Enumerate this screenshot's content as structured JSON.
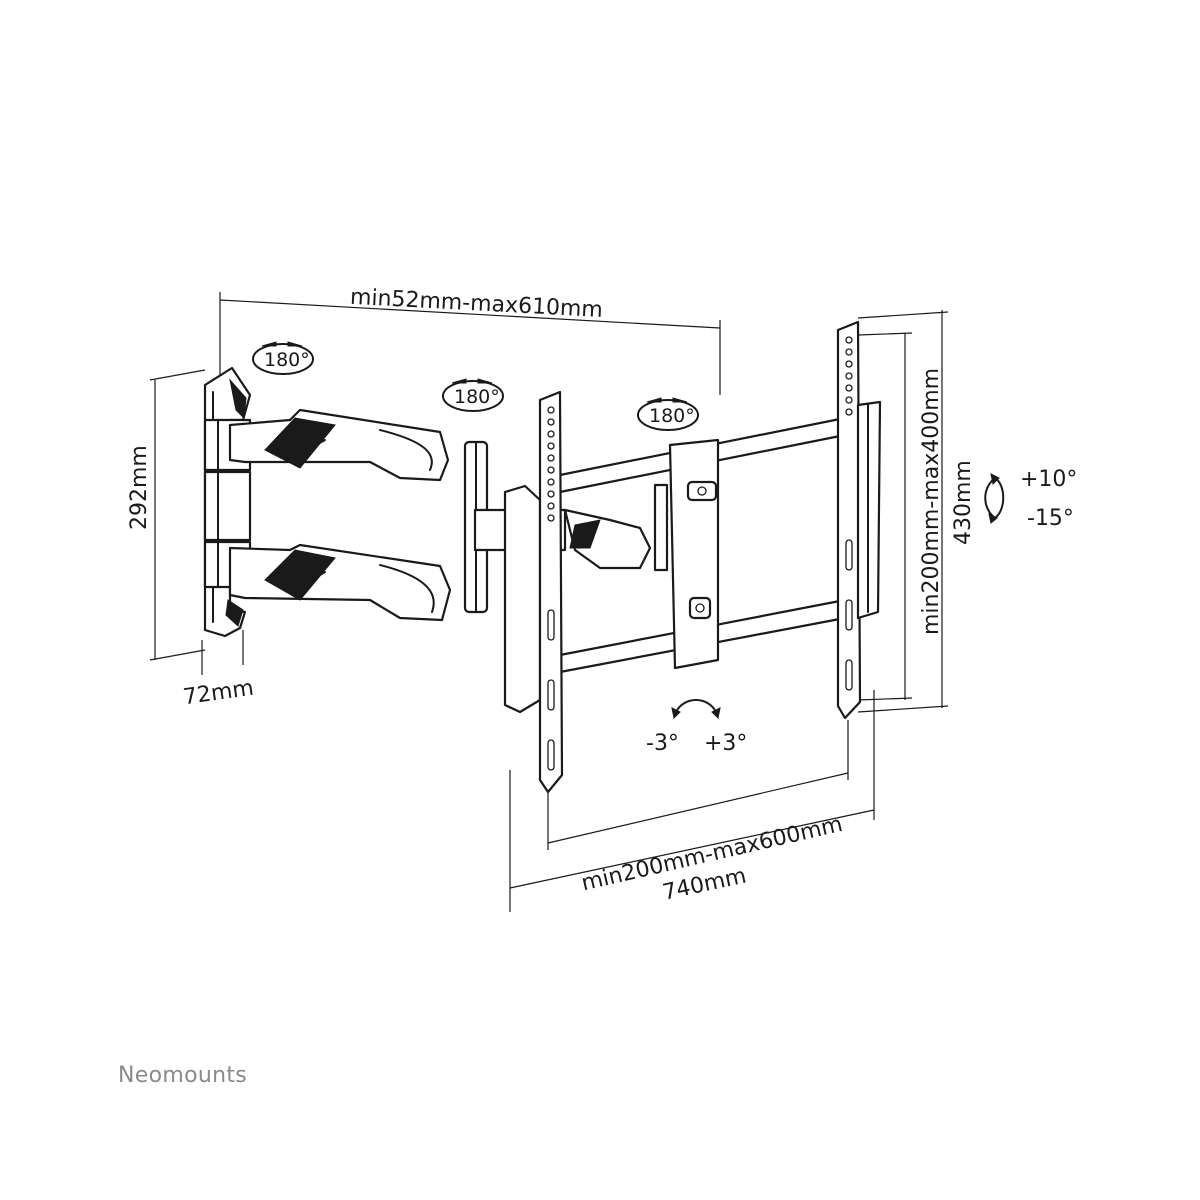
{
  "dimensions": {
    "extension": "min52mm-max610mm",
    "wall_plate_height": "292mm",
    "wall_plate_depth": "72mm",
    "vesa_vertical": "min200mm-max400mm",
    "bracket_height": "430mm",
    "vesa_horizontal": "min200mm-max600mm",
    "bracket_width": "740mm"
  },
  "rotations": {
    "swivel_wall": "180°",
    "swivel_middle": "180°",
    "swivel_tv": "180°"
  },
  "tilt": {
    "up": "+10°",
    "down": "-15°"
  },
  "level": {
    "left": "-3°",
    "right": "+3°"
  },
  "brand": {
    "name": "Neomounts"
  },
  "colors": {
    "line": "#1a1a1a",
    "brand": "#8a8a8a",
    "background": "#ffffff"
  }
}
